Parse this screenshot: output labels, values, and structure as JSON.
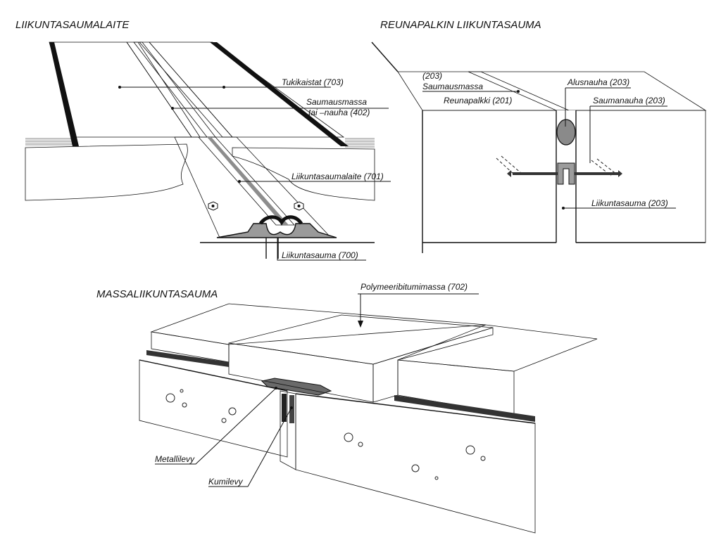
{
  "titles": {
    "top_left": "LIIKUNTASAUMALAITE",
    "top_right": "REUNAPALKIN LIIKUNTASAUMA",
    "bottom": "MASSALIIKUNTASAUMA"
  },
  "labels": {
    "tukikaistat": "Tukikaistat (703)",
    "saumausmassa_line1": "Saumausmassa",
    "saumausmassa_line2": "tai –nauha (402)",
    "liikuntasaumalaite": "Liikuntasaumalaite (701)",
    "liikuntasauma_700": "Liikuntasauma (700)",
    "code_203": "(203)",
    "saumausmassa_r": "Saumausmassa",
    "reunapalkki": "Reunapalkki (201)",
    "alusnauha": "Alusnauha (203)",
    "saumanauha": "Saumanauha (203)",
    "liikuntasauma_203": "Liikuntasauma (203)",
    "polymeeri": "Polymeeribitumimassa (702)",
    "metallilevy": "Metallilevy",
    "kumilevy": "Kumilevy"
  },
  "colors": {
    "asphalt": "#b9b9b9",
    "polymer": "#6e6e6e",
    "concrete": "#f2f2f2",
    "ink": "#111111"
  }
}
